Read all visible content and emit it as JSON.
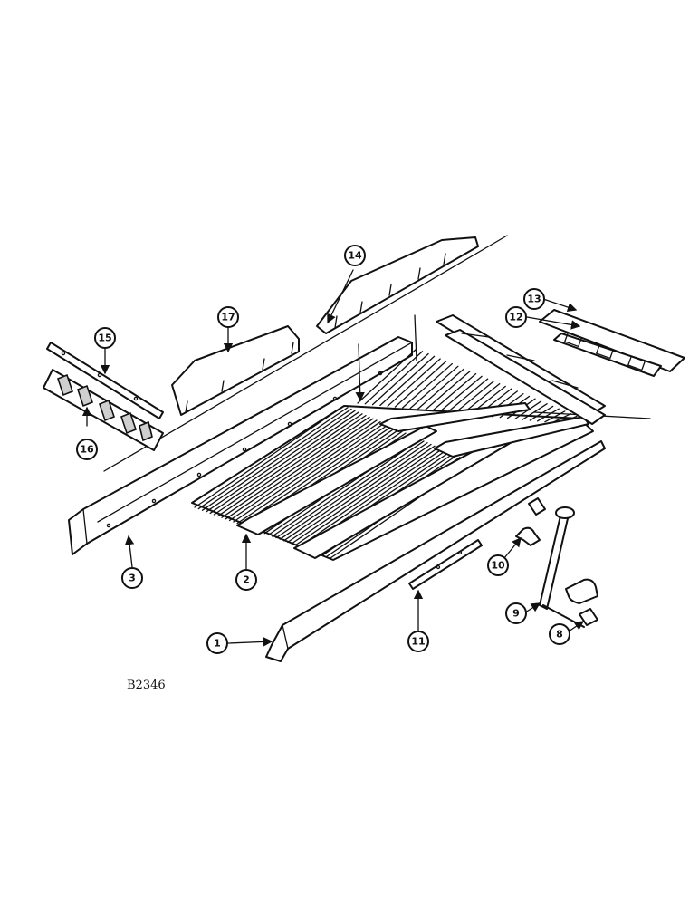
{
  "drawing_ref": "B2346",
  "callouts": {
    "c1": "1",
    "c2": "2",
    "c3": "3",
    "c8": "8",
    "c9": "9",
    "c10": "10",
    "c11": "11",
    "c12": "12",
    "c13": "13",
    "c14": "14",
    "c15": "15",
    "c16": "16",
    "c17": "17"
  }
}
